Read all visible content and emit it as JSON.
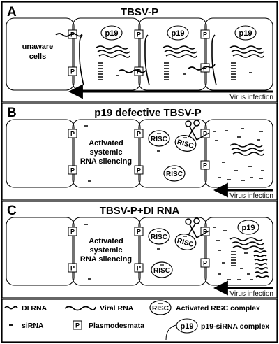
{
  "panels": [
    {
      "letter": "A",
      "title": "TBSV-P",
      "left_label": [
        "unaware",
        "cells"
      ],
      "arrow_label": "Virus infection"
    },
    {
      "letter": "B",
      "title": "p19 defective TBSV-P",
      "mid_label": [
        "Activated",
        "systemic",
        "RNA silencing"
      ],
      "arrow_label": "Virus infection"
    },
    {
      "letter": "C",
      "title": "TBSV-P+DI RNA",
      "mid_label": [
        "Activated",
        "systemic",
        "RNA silencing"
      ],
      "arrow_label": "Virus infection"
    }
  ],
  "markers": {
    "plasmodesmata": "P",
    "risc": "RISC",
    "p19": "p19"
  },
  "legend": {
    "di_rna": "DI RNA",
    "viral_rna": "Viral RNA",
    "risc": "Activated RISC complex",
    "sirna": "siRNA",
    "plasmodesmata": "Plasmodesmata",
    "p19_complex": "p19-siRNA complex"
  }
}
